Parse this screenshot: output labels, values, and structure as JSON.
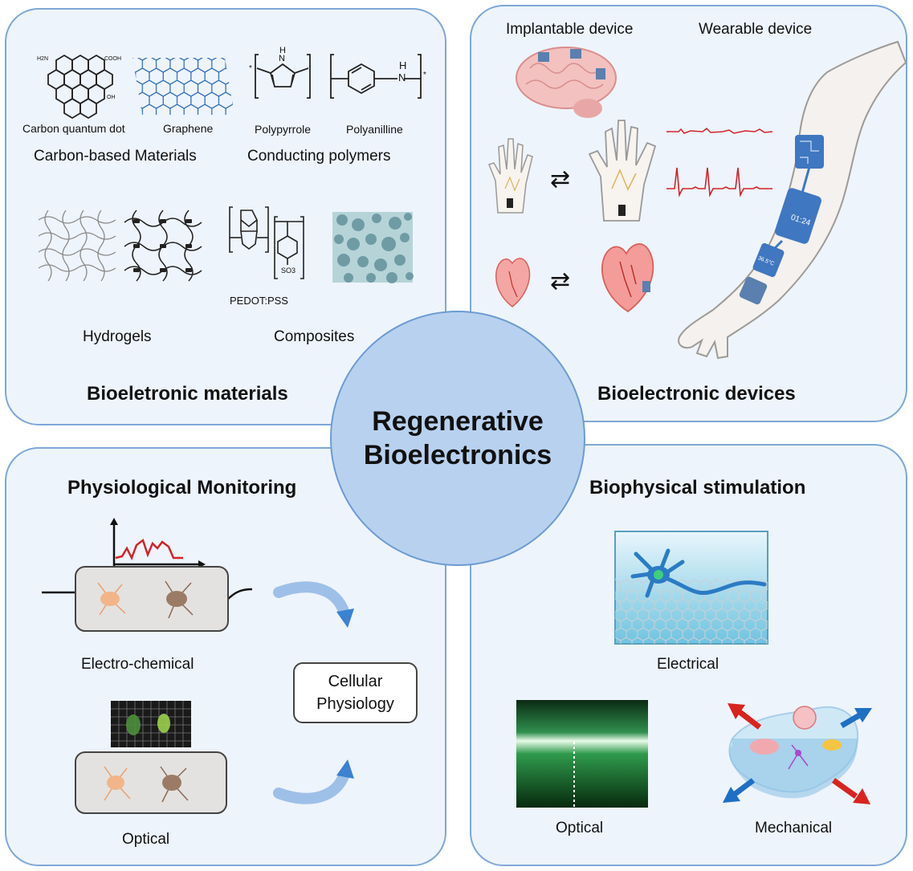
{
  "center": {
    "line1": "Regenerative",
    "line2": "Bioelectronics"
  },
  "materials": {
    "heading": "Bioeletronic materials",
    "carbon_quantum_dot": "Carbon quantum dot",
    "graphene": "Graphene",
    "polypyrrole": "Polypyrrole",
    "polyanilline": "Polyanilline",
    "carbon_based": "Carbon-based Materials",
    "conducting_polymers": "Conducting polymers",
    "pedot_pss": "PEDOT:PSS",
    "hydrogels": "Hydrogels",
    "composites": "Composites",
    "chem_labels": {
      "h2n": "H2N",
      "cooh": "COOH",
      "oh": "OH",
      "nh": "N",
      "h": "H",
      "so3": "SO3",
      "star": "*"
    }
  },
  "devices": {
    "heading": "Bioelectronic devices",
    "implantable": "Implantable device",
    "wearable": "Wearable device",
    "watch_time": "01:24",
    "temp": "36.5°C",
    "switch_arrows": "⇄"
  },
  "monitoring": {
    "heading": "Physiological Monitoring",
    "electro_chemical": "Electro-chemical",
    "optical": "Optical",
    "cellular_line1": "Cellular",
    "cellular_line2": "Physiology"
  },
  "stimulation": {
    "heading": "Biophysical stimulation",
    "electrical": "Electrical",
    "optical": "Optical",
    "mechanical": "Mechanical"
  },
  "colors": {
    "panel_fill": "#eef4fb",
    "panel_border": "#7ea7d8",
    "center_fill": "#b8d1ef",
    "signal_red": "#d2232a",
    "arrow_blue": "#1f6fc4"
  }
}
